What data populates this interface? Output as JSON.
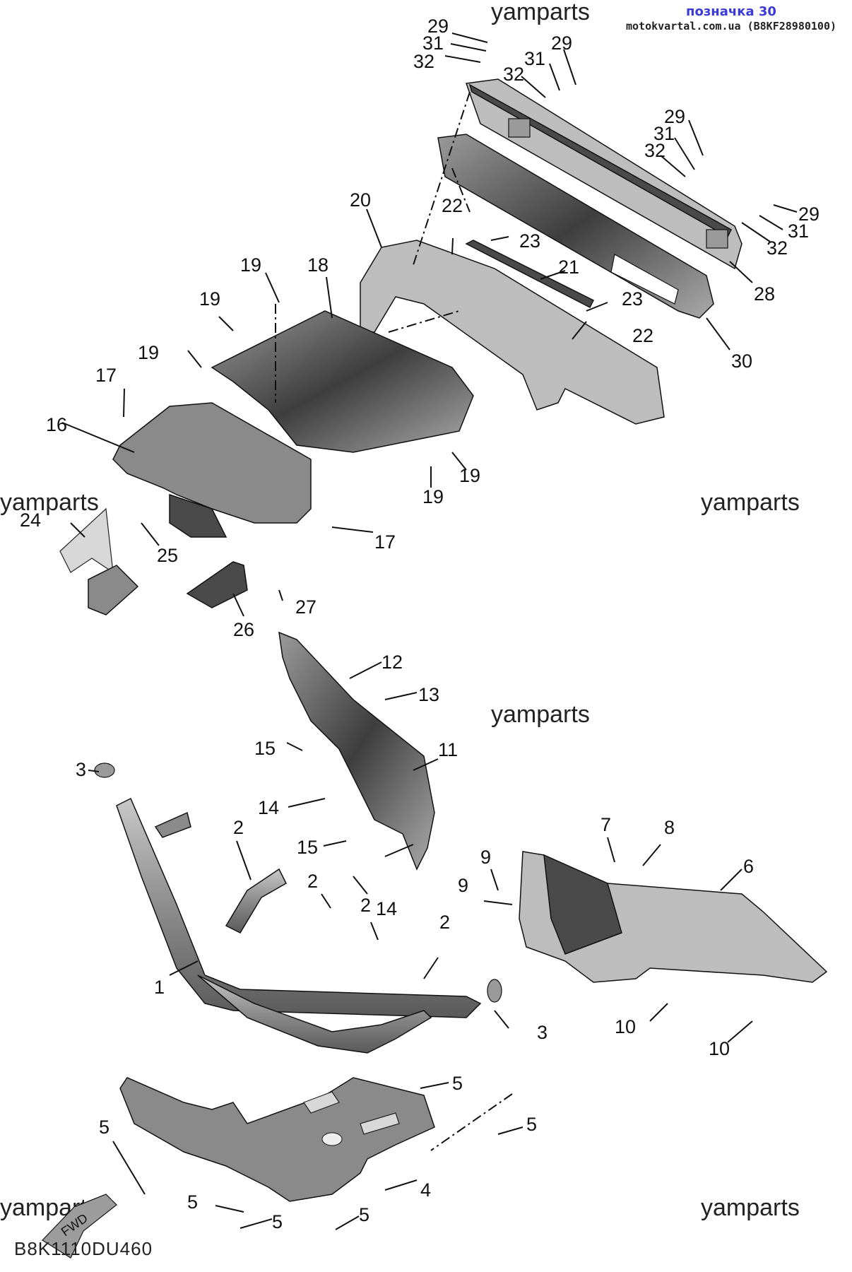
{
  "header": {
    "label": "позначка 30",
    "site_ref": "motokvartal.com.ua (B8KF28980100)"
  },
  "watermark": "yamparts",
  "diagram_code": "B8K1110DU460",
  "direction_arrow": "FWD",
  "callouts": {
    "c29a": "29",
    "c31a": "31",
    "c32a": "32",
    "c29b": "29",
    "c31b": "31",
    "c32b": "32",
    "c29c": "29",
    "c31c": "31",
    "c32c": "32",
    "c29d": "29",
    "c31d": "31",
    "c32d": "32",
    "c20": "20",
    "c21": "21",
    "c22a": "22",
    "c22b": "22",
    "c23a": "23",
    "c23b": "23",
    "c28": "28",
    "c30": "30",
    "c18": "18",
    "c19a": "19",
    "c19b": "19",
    "c19c": "19",
    "c19d": "19",
    "c19e": "19",
    "c17a": "17",
    "c17b": "17",
    "c16": "16",
    "c24": "24",
    "c25": "25",
    "c26": "26",
    "c27": "27",
    "c11": "11",
    "c12": "12",
    "c13": "13",
    "c14a": "14",
    "c14b": "14",
    "c15a": "15",
    "c15b": "15",
    "c1": "1",
    "c2a": "2",
    "c2b": "2",
    "c2c": "2",
    "c2d": "2",
    "c3a": "3",
    "c3b": "3",
    "c6": "6",
    "c7": "7",
    "c8": "8",
    "c9a": "9",
    "c9b": "9",
    "c10a": "10",
    "c10b": "10",
    "c4": "4",
    "c5a": "5",
    "c5b": "5",
    "c5c": "5",
    "c5d": "5",
    "c5e": "5",
    "c5f": "5"
  }
}
